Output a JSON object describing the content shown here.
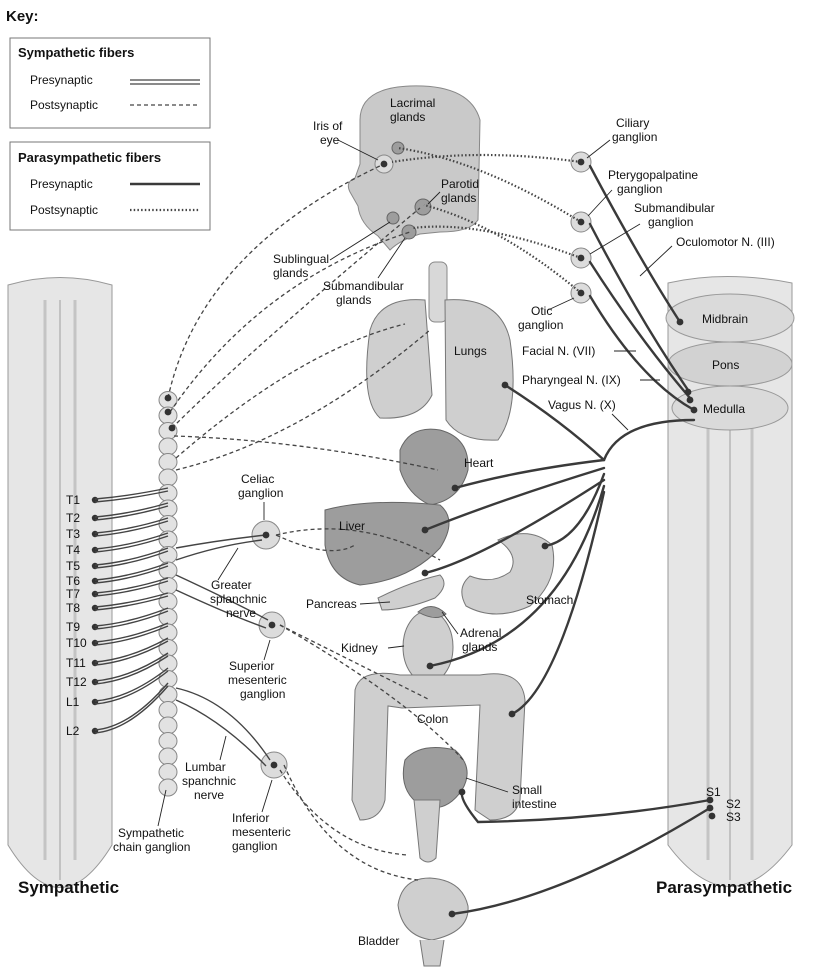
{
  "key": {
    "title": "Key:",
    "sympathetic_heading": "Sympathetic fibers",
    "sym_presynaptic": "Presynaptic",
    "sym_postsynaptic": "Postsynaptic",
    "parasympathetic_heading": "Parasympathetic fibers",
    "para_presynaptic": "Presynaptic",
    "para_postsynaptic": "Postsynaptic"
  },
  "head": {
    "lacrimal": [
      "Lacrimal",
      "glands"
    ],
    "iris": [
      "Iris of",
      "eye"
    ],
    "parotid": [
      "Parotid",
      "glands"
    ],
    "sublingual": [
      "Sublingual",
      "glands"
    ],
    "submandibular": [
      "Submandibular",
      "glands"
    ]
  },
  "ganglia_right": {
    "ciliary": [
      "Ciliary",
      "ganglion"
    ],
    "pterygo": [
      "Pterygopalpatine",
      "ganglion"
    ],
    "submand": [
      "Submandibular",
      "ganglion"
    ],
    "otic": [
      "Otic",
      "ganglion"
    ]
  },
  "nerves": {
    "oculomotor": "Oculomotor N. (III)",
    "facial": "Facial N. (VII)",
    "pharyngeal": "Pharyngeal N. (IX)",
    "vagus": "Vagus N. (X)"
  },
  "brainstem": {
    "midbrain": "Midbrain",
    "pons": "Pons",
    "medulla": "Medulla"
  },
  "sacral": [
    "S1",
    "S2",
    "S3"
  ],
  "spinal_levels": [
    "T1",
    "T2",
    "T3",
    "T4",
    "T5",
    "T6",
    "T7",
    "T8",
    "T9",
    "T10",
    "T11",
    "T12",
    "L1",
    "L2"
  ],
  "organs": {
    "lungs": "Lungs",
    "heart": "Heart",
    "liver": "Liver",
    "pancreas": "Pancreas",
    "stomach": "Stomach",
    "kidney": "Kidney",
    "adrenal": [
      "Adrenal",
      "glands"
    ],
    "colon": "Colon",
    "small_intestine": [
      "Small",
      "intestine"
    ],
    "bladder": "Bladder"
  },
  "sympathetic_labels": {
    "celiac": [
      "Celiac",
      "ganglion"
    ],
    "greater": [
      "Greater",
      "splanchnic",
      "nerve"
    ],
    "superior": [
      "Superior",
      "mesenteric",
      "ganglion"
    ],
    "lumbar": [
      "Lumbar",
      "spanchnic",
      "nerve"
    ],
    "inferior": [
      "Inferior",
      "mesenteric",
      "ganglion"
    ],
    "chain": [
      "Sympathetic",
      "chain ganglion"
    ]
  },
  "footer": {
    "sympathetic": "Sympathetic",
    "parasympathetic": "Parasympathetic"
  }
}
